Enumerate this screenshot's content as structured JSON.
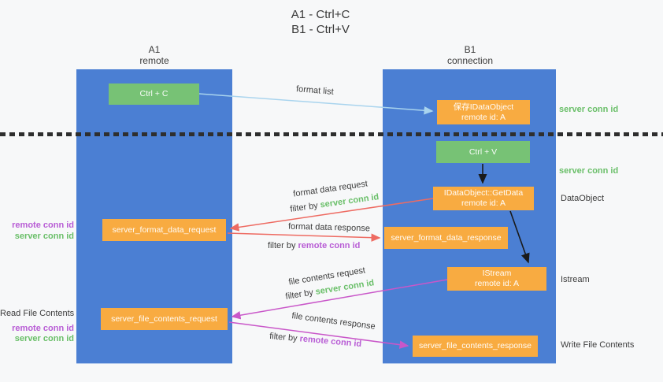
{
  "title": {
    "line1": "A1 - Ctrl+C",
    "line2": "B1 - Ctrl+V"
  },
  "columns": {
    "left": {
      "id": "A1",
      "name": "remote"
    },
    "right": {
      "id": "B1",
      "name": "connection"
    }
  },
  "nodes": {
    "ctrl_c": "Ctrl + C",
    "ctrl_v": "Ctrl + V",
    "save_idataobject": {
      "line1": "保存IDataObject",
      "line2": "remote id: A"
    },
    "getdata": {
      "line1": "IDataObject::GetData",
      "line2": "remote id: A"
    },
    "istream": {
      "line1": "IStream",
      "line2": "remote id: A"
    },
    "server_format_data_request": "server_format_data_request",
    "server_format_data_response": "server_format_data_response",
    "server_file_contents_request": "server_file_contents_request",
    "server_file_contents_response": "server_file_contents_response"
  },
  "annotations": {
    "server_conn_id_top": "server conn id",
    "server_conn_id_mid": "server conn id",
    "dataobject": "DataObject",
    "istream": "Istream",
    "write_file_contents": "Write File Contents",
    "read_file_contents": "Read File Contents",
    "left_remote_conn_id_1": "remote conn id",
    "left_server_conn_id_1": "server conn id",
    "left_remote_conn_id_2": "remote conn id",
    "left_server_conn_id_2": "server conn id"
  },
  "arrow_labels": {
    "format_list": "format list",
    "format_data_request": "format data request",
    "format_data_request_filter_prefix": "filter by ",
    "format_data_request_filter_key": "server conn id",
    "format_data_response": "format data response",
    "format_data_response_filter_prefix": "filter by ",
    "format_data_response_filter_key": "remote conn id",
    "file_contents_request": "file contents request",
    "file_contents_request_filter_prefix": "filter by ",
    "file_contents_request_filter_key": "server conn id",
    "file_contents_response": "file contents response",
    "file_contents_response_filter_prefix": "filter by ",
    "file_contents_response_filter_key": "remote conn id"
  },
  "colors": {
    "lifeline_blue": "#4b7fd3",
    "node_green": "#77c275",
    "node_orange": "#f8ab41",
    "accent_green": "#6abf69",
    "accent_purple": "#b85cd5",
    "arrow_red": "#ee6b62",
    "arrow_magenta": "#c957c9",
    "arrow_lightblue": "#a9d4ee",
    "arrow_black": "#1a1a1a"
  }
}
